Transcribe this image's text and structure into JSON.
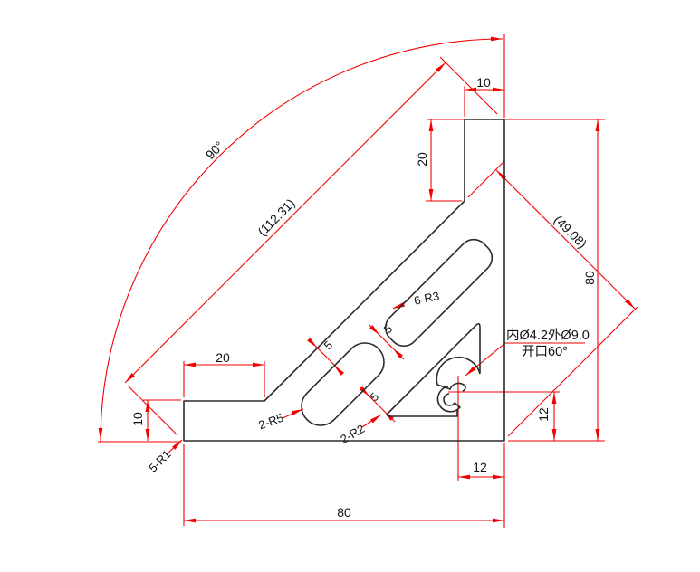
{
  "drawing": {
    "type": "cad-2d-part-drawing",
    "part": "corner-bracket-profile",
    "colors": {
      "dimension_lines": "#f40000",
      "part_outline": "#2b2b2b",
      "text": "#111111",
      "background": "#ffffff"
    },
    "dims": {
      "angle": "90°",
      "diag_total": "(112.31)",
      "diag_corner": "(49.08)",
      "tip_width": "10",
      "tip_depth": "20",
      "height_right": "80",
      "width_bottom": "80",
      "hole_off_right": "12",
      "hole_off_bottom": "12",
      "leg_thickness": "10",
      "leg_flat": "20",
      "rib1": "5",
      "rib2": "5",
      "rib3": "5",
      "fillet_note": "5-R1",
      "radius_note_r5": "2-R5",
      "radius_note_r2": "2-R2",
      "radius_note_r3": "6-R3",
      "hole_note_line1": "内Ø4.2外Ø9.0",
      "hole_note_line2": "开口60°"
    }
  }
}
